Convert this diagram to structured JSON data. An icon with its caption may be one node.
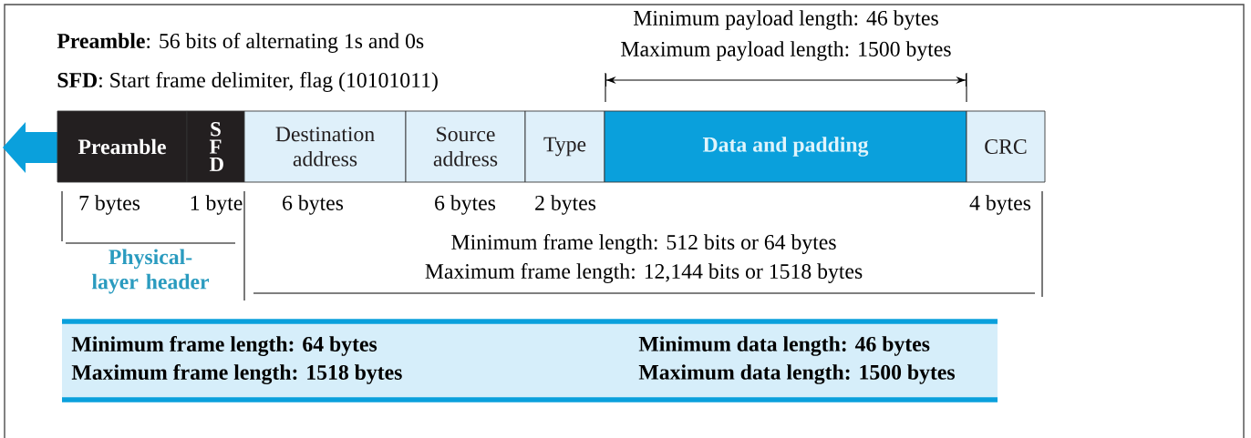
{
  "diagram": {
    "nodes": [
      {
        "text": [
          "Preamble"
        ],
        "beside": [
          "7 bytes"
        ]
      },
      {
        "text": [
          "S F D"
        ],
        "beside": [
          "1 byte"
        ]
      },
      {
        "text": [
          "Destination address"
        ],
        "beside": [
          "6 bytes"
        ]
      },
      {
        "text": [
          "Source address"
        ],
        "beside": [
          "6 bytes"
        ]
      },
      {
        "text": [
          "Type"
        ],
        "beside": [
          "2 bytes"
        ]
      },
      {
        "text": [
          "Data and padding"
        ]
      },
      {
        "text": [
          "CRC"
        ],
        "beside": [
          "4 bytes"
        ]
      },
      {
        "text": [
          "Minimum frame length: 64 bytes",
          "Maximum frame length: 1518 bytes",
          "Minimum data length: 46 bytes",
          "Maximum data length: 1500 bytes"
        ]
      }
    ],
    "labels": [
      "**Preamble**: 56 bits of alternating 1s and 0s",
      "**SFD**: Start frame delimiter, flag (10101011)",
      "Minimum payload length: 46 bytes",
      "Maximum payload length: 1500 bytes",
      "Physical-layer header",
      "Minimum frame length: 512 bits or 64 bytes",
      "Maximum frame length: 12,144 bits or 1518 bytes"
    ]
  }
}
